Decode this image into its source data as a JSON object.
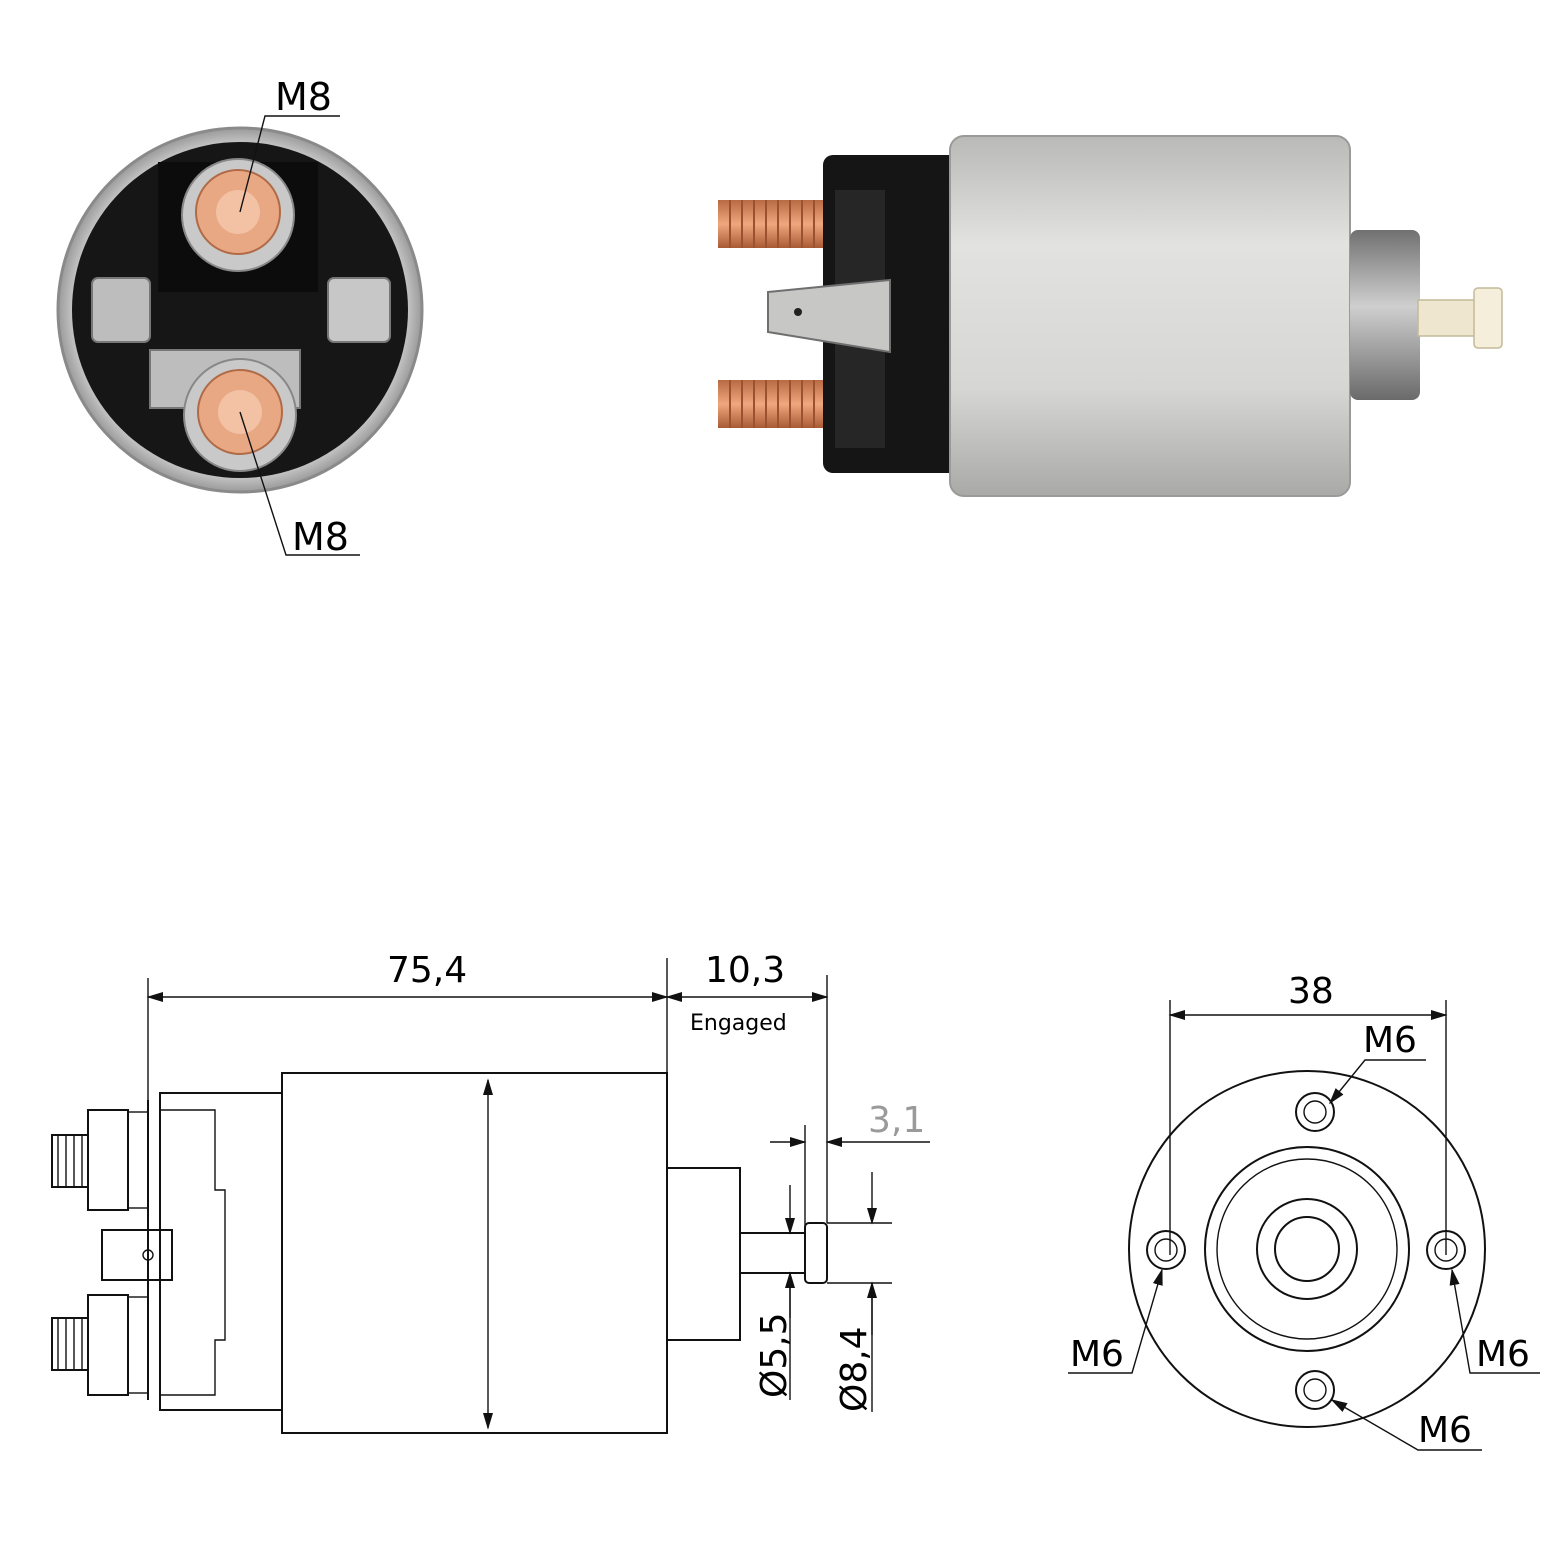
{
  "photos": {
    "end_view": {
      "top_terminal_label": "M8",
      "bottom_terminal_label": "M8"
    },
    "side_view": {}
  },
  "drawing_side": {
    "length_label": "75,4",
    "stroke_label": "10,3",
    "stroke_note": "Engaged",
    "tip_length_label": "3,1",
    "shaft_dia_label": "Ø5,5",
    "tip_dia_label": "Ø8,4"
  },
  "drawing_end": {
    "hole_spacing_label": "38",
    "hole_top_label": "M6",
    "hole_left_label": "M6",
    "hole_right_label": "M6",
    "hole_bottom_label": "M6"
  },
  "colors": {
    "copper": "#d98b5f",
    "housing_silver": "#d2d2d0",
    "cap_black": "#141414",
    "plunger_cream": "#efe6cf"
  }
}
